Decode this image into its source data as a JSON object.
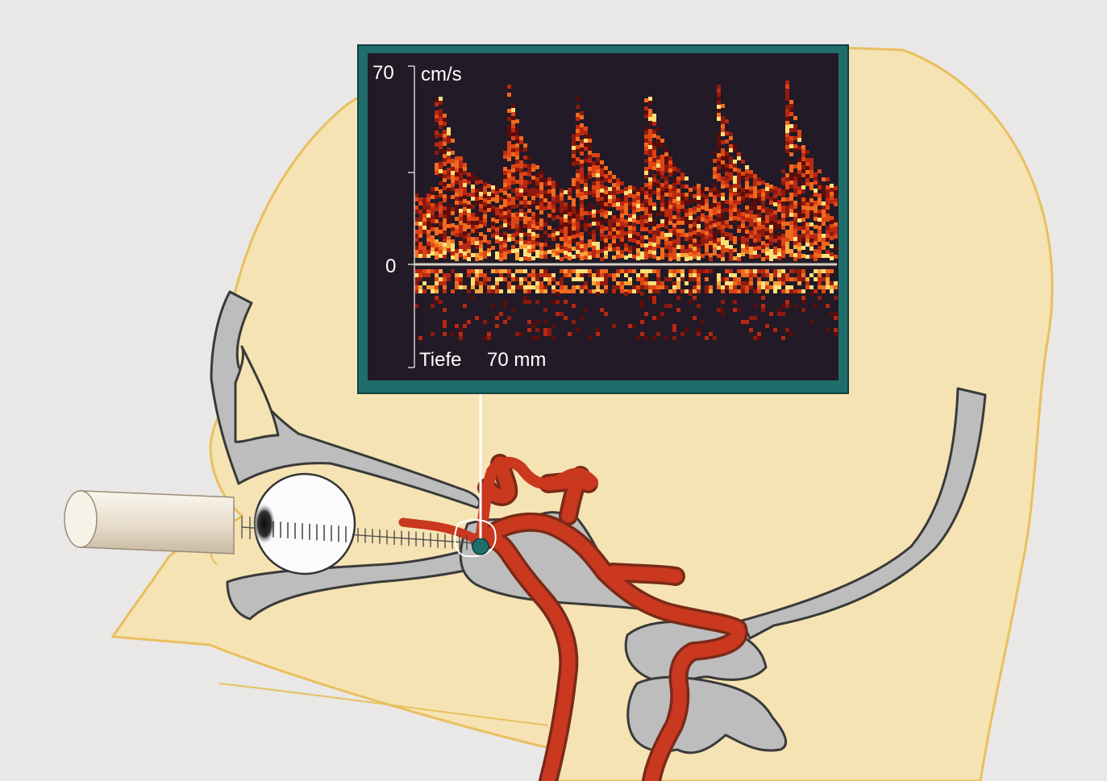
{
  "doppler_display": {
    "y_max_label": "70",
    "unit_label": "cm/s",
    "zero_label": "0",
    "depth_label": "Tiefe",
    "depth_value": "70 mm"
  },
  "colors": {
    "background": "#e9e8e6",
    "skin": "#f6e3b3",
    "skin_outline": "#e9bf5f",
    "bone": "#bdbdbd",
    "artery": "#c9381f",
    "screen_frame": "#1f6e6c",
    "screen_bg": "#221a26"
  }
}
